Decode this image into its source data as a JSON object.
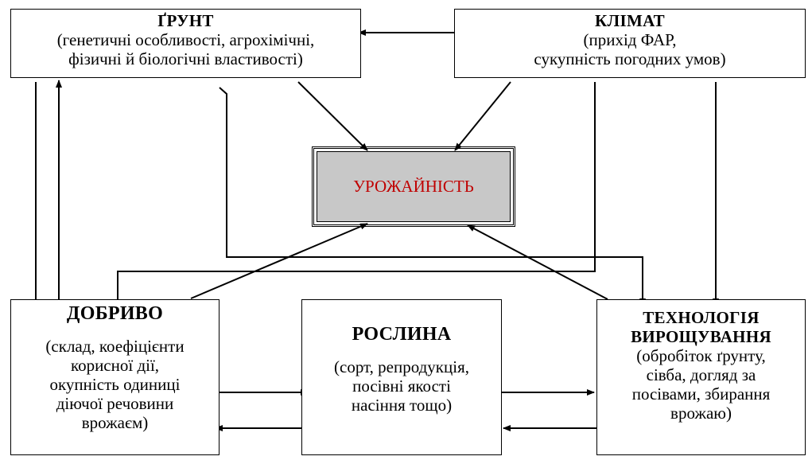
{
  "soil": {
    "title": "ҐРУНТ",
    "desc": [
      "(генетичні особливості, агрохімічні,",
      "фізичні й біологічні властивості)"
    ]
  },
  "climate": {
    "title": "КЛІМАТ",
    "desc": [
      "(прихід ФАР,",
      "сукупність погодних умов)"
    ]
  },
  "yield": {
    "title": "УРОЖАЙНІСТЬ"
  },
  "fertilizer": {
    "title": "ДОБРИВО",
    "desc": [
      "(склад, коефіцієнти",
      "корисної дії,",
      "окупність одиниці",
      "діючої речовини",
      "врожаєм)"
    ]
  },
  "plant": {
    "title": "РОСЛИНА",
    "desc": [
      "(сорт, репродукція,",
      "посівні якості",
      "насіння тощо)"
    ]
  },
  "technology": {
    "title": [
      "ТЕХНОЛОГІЯ",
      "ВИРОЩУВАННЯ"
    ],
    "desc": [
      "(обробіток ґрунту,",
      "сівба, догляд за",
      "посівами, збирання",
      "врожаю)"
    ]
  },
  "colors": {
    "yield_text": "#c00000",
    "yield_fill": "#c8c8c8"
  }
}
